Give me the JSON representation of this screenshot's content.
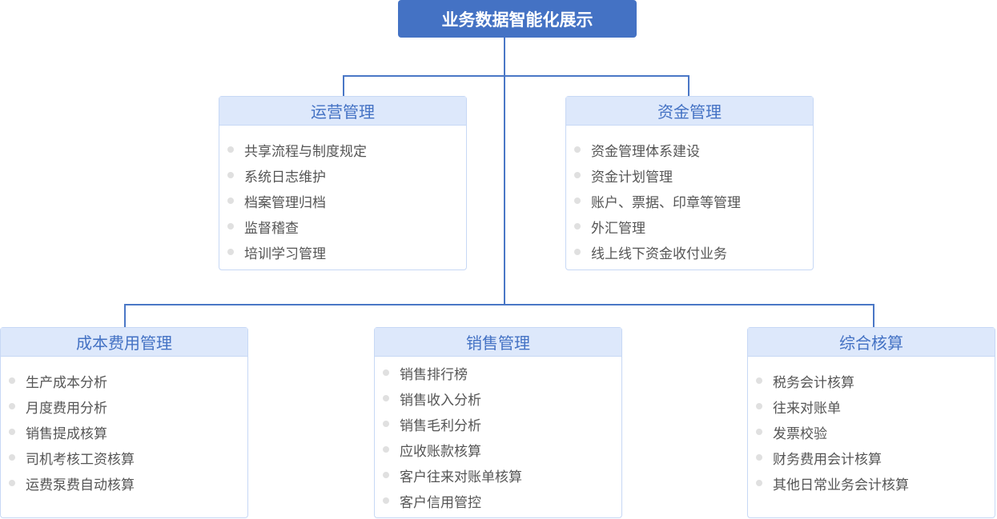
{
  "root": {
    "title": "业务数据智能化展示"
  },
  "colors": {
    "accent": "#4472c4",
    "header_bg": "#dde8fb",
    "text": "#555555"
  },
  "nodes": [
    {
      "title": "运营管理",
      "items": [
        "共享流程与制度规定",
        "系统日志维护",
        "档案管理归档",
        "监督稽查",
        "培训学习管理"
      ]
    },
    {
      "title": "资金管理",
      "items": [
        "资金管理体系建设",
        "资金计划管理",
        "账户、票据、印章等管理",
        "外汇管理",
        "线上线下资金收付业务"
      ]
    },
    {
      "title": "成本费用管理",
      "items": [
        "生产成本分析",
        "月度费用分析",
        "销售提成核算",
        "司机考核工资核算",
        "运费泵费自动核算"
      ]
    },
    {
      "title": "销售管理",
      "items": [
        "销售排行榜",
        "销售收入分析",
        "销售毛利分析",
        "应收账款核算",
        "客户往来对账单核算",
        "客户信用管控"
      ]
    },
    {
      "title": "综合核算",
      "items": [
        "税务会计核算",
        "往来对账单",
        "发票校验",
        "财务费用会计核算",
        "其他日常业务会计核算"
      ]
    }
  ]
}
